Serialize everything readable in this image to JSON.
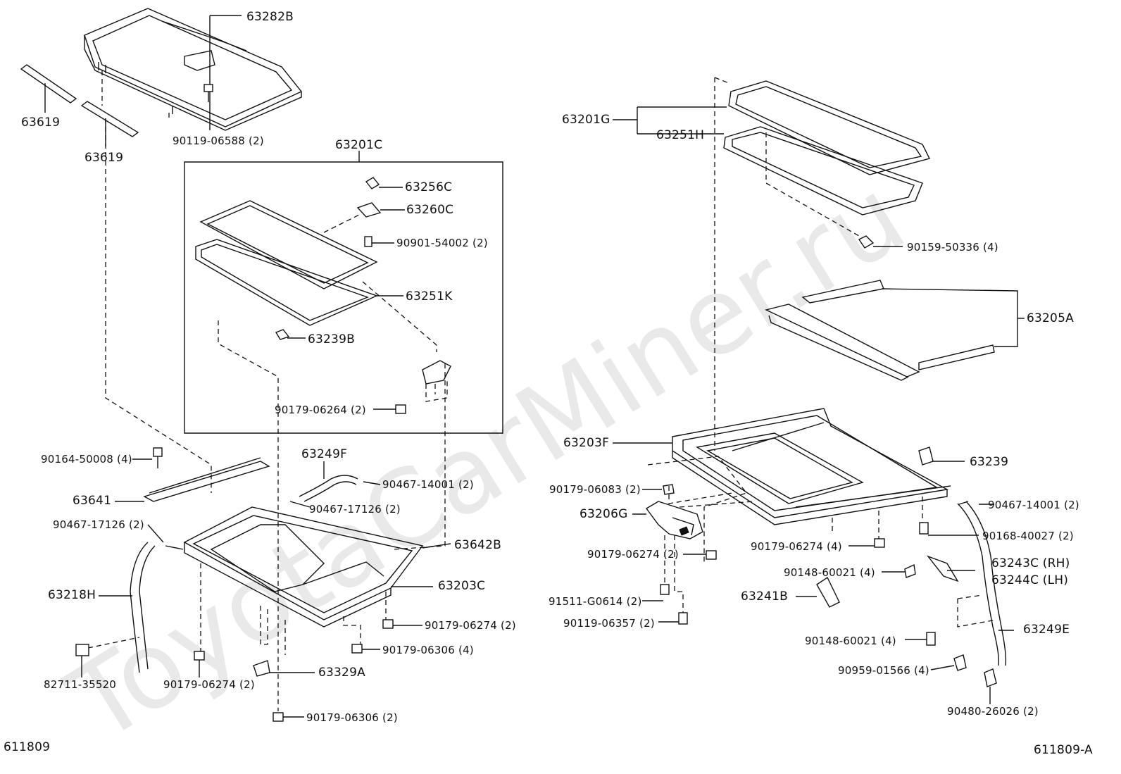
{
  "watermark": "ToyotaCarMiner.ru",
  "diagram_ids": {
    "left": "611809",
    "right": "611809-A"
  },
  "labels": {
    "l_63282B": "63282B",
    "l_63619_a": "63619",
    "l_63619_b": "63619",
    "l_90119_06588": "90119-06588 (2)",
    "l_63201C": "63201C",
    "l_63256C": "63256C",
    "l_63260C": "63260C",
    "l_90901_54002": "90901-54002 (2)",
    "l_63251K": "63251K",
    "l_63239B": "63239B",
    "l_90179_06264": "90179-06264 (2)",
    "l_90164_50008": "90164-50008 (4)",
    "l_63249F": "63249F",
    "l_90467_14001_l": "90467-14001 (2)",
    "l_63641": "63641",
    "l_90467_17126_r": "90467-17126 (2)",
    "l_90467_17126_l": "90467-17126 (2)",
    "l_63642B": "63642B",
    "l_63218H": "63218H",
    "l_63203C": "63203C",
    "l_90179_06274_a": "90179-06274 (2)",
    "l_90179_06306_a": "90179-06306 (4)",
    "l_82711_35520": "82711-35520",
    "l_90179_06274_b": "90179-06274 (2)",
    "l_63329A": "63329A",
    "l_90179_06306_b": "90179-06306 (2)",
    "l_63201G": "63201G",
    "l_63251H": "63251H",
    "l_90159_50336": "90159-50336 (4)",
    "l_63205A": "63205A",
    "l_63203F": "63203F",
    "l_63239": "63239",
    "l_90179_06083": "90179-06083 (2)",
    "l_90467_14001_r": "90467-14001 (2)",
    "l_63206G": "63206G",
    "l_90168_40027": "90168-40027 (2)",
    "l_90179_06274_c": "90179-06274 (4)",
    "l_90179_06274_d": "90179-06274 (2)",
    "l_90148_60021_a": "90148-60021 (4)",
    "l_63243C": "63243C (RH)",
    "l_63244C": "63244C (LH)",
    "l_63241B": "63241B",
    "l_91511_G0614": "91511-G0614 (2)",
    "l_90119_06357": "90119-06357 (2)",
    "l_63249E": "63249E",
    "l_90148_60021_b": "90148-60021 (4)",
    "l_90959_01566": "90959-01566 (4)",
    "l_90480_26026": "90480-26026 (2)"
  }
}
